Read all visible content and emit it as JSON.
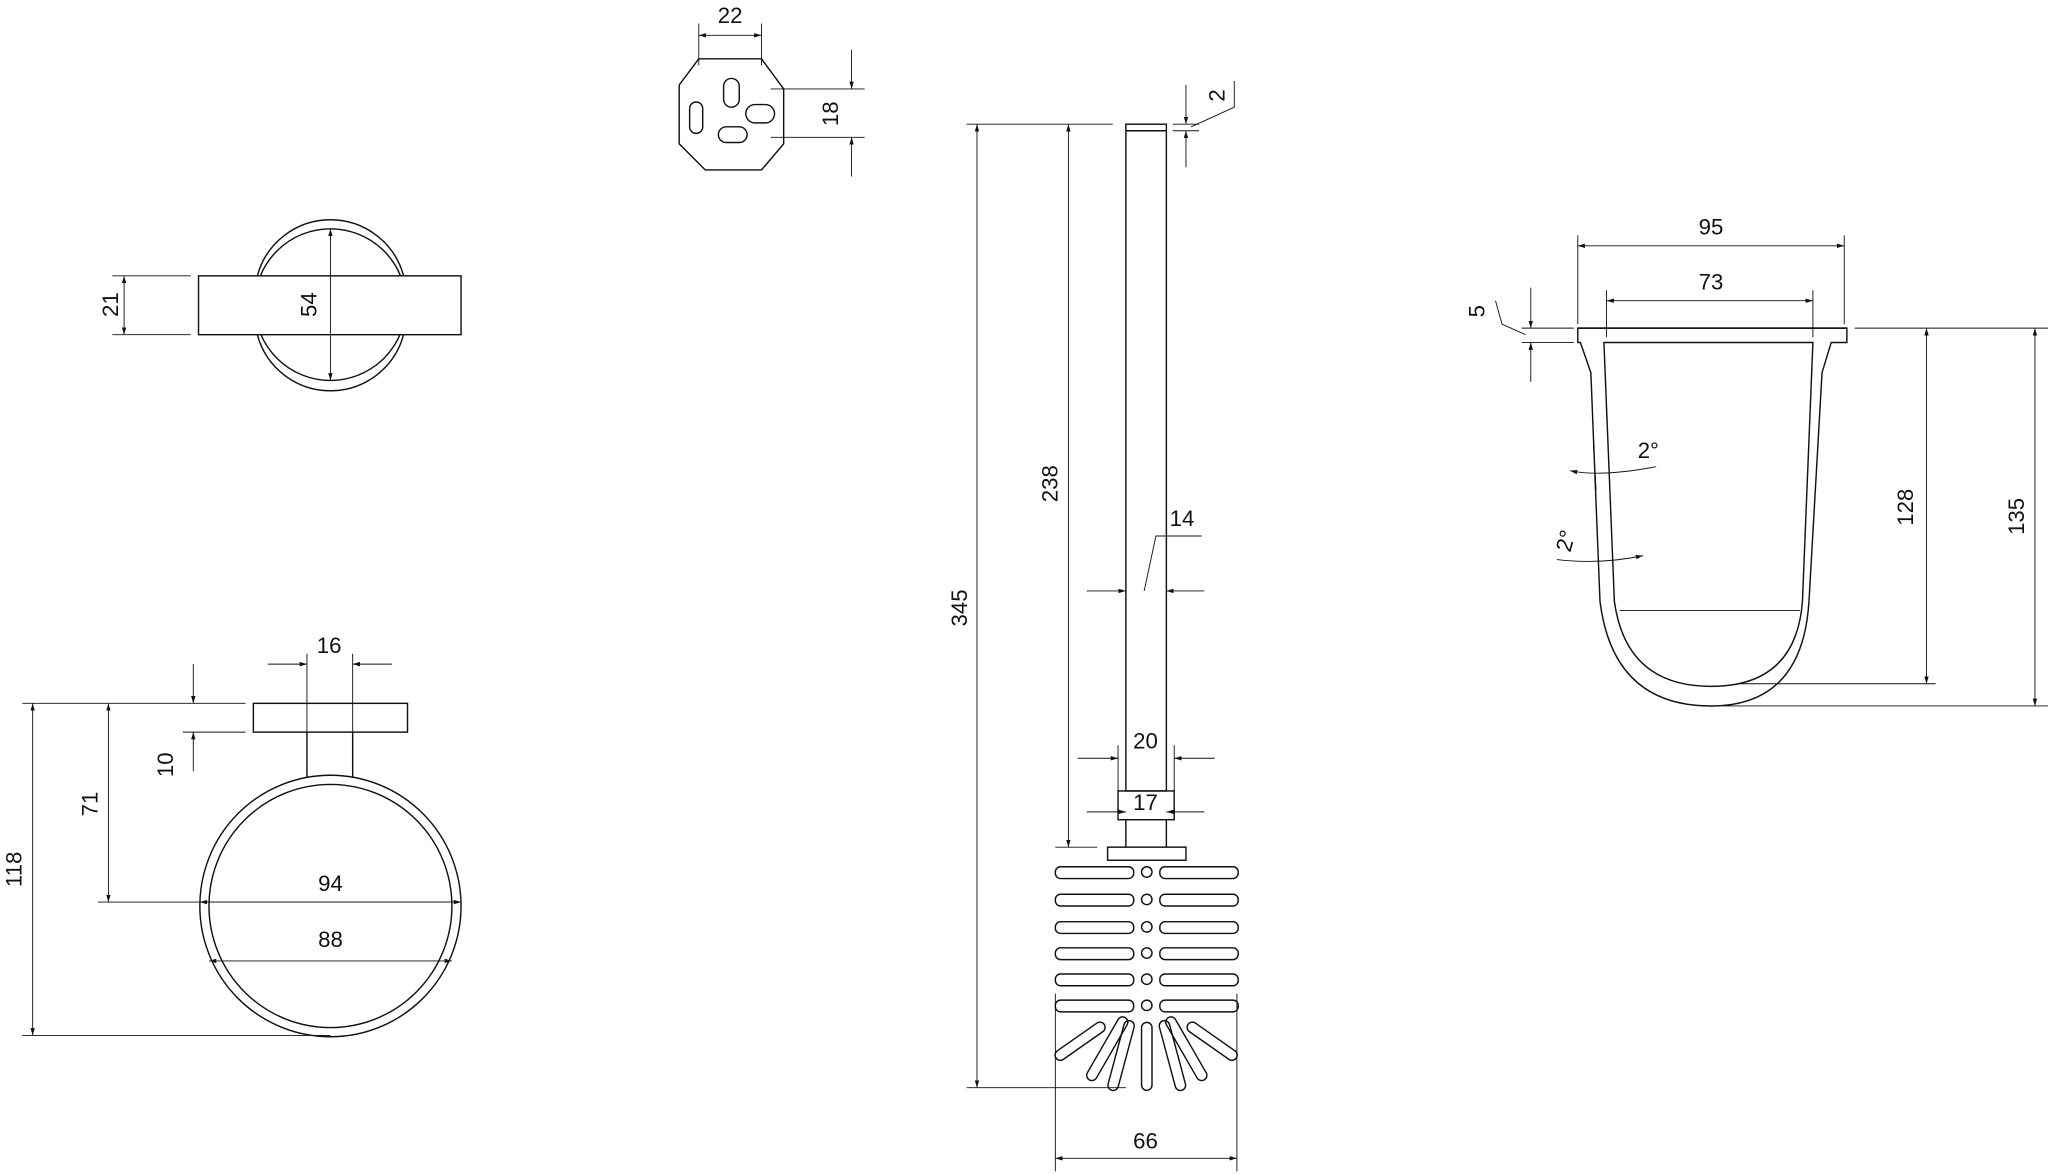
{
  "drawing": {
    "rosette_top": {
      "height": "21",
      "diameter": "54"
    },
    "mounting_plate": {
      "width": "22",
      "height": "18"
    },
    "holder_front": {
      "stem_width": "16",
      "flange_height": "10",
      "total_height": "118",
      "center_height": "71",
      "ring_outer": "94",
      "ring_inner": "88"
    },
    "brush": {
      "total_length": "345",
      "handle_length": "238",
      "cap": "2",
      "handle_diameter": "14",
      "collar_outer": "20",
      "collar_inner": "17",
      "head_diameter": "66"
    },
    "bowl": {
      "outer_diameter": "95",
      "inner_diameter": "73",
      "rim_height": "5",
      "inner_depth": "128",
      "total_height": "135",
      "angle_inner": "2°",
      "angle_outer": "2°"
    }
  }
}
